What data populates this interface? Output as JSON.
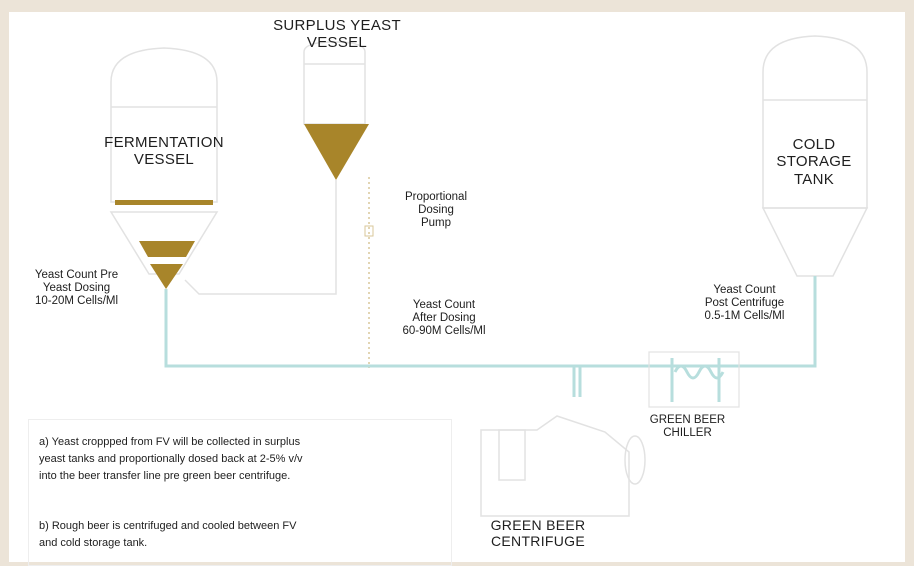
{
  "labels": {
    "surplus_yeast_vessel": "SURPLUS YEAST\nVESSEL",
    "fermentation_vessel": "FERMENTATION\nVESSEL",
    "cold_storage_tank": "COLD\nSTORAGE\nTANK",
    "dosing_pump": "Proportional\nDosing\nPump",
    "yeast_count_pre": "Yeast Count Pre\nYeast Dosing\n10-20M Cells/Ml",
    "yeast_count_after": "Yeast Count\nAfter Dosing\n60-90M Cells/Ml",
    "yeast_count_post": "Yeast Count\nPost Centrifuge\n0.5-1M Cells/Ml",
    "green_beer_chiller": "GREEN BEER\nCHILLER",
    "green_beer_centrifuge": "GREEN BEER\nCENTRIFUGE"
  },
  "notes": {
    "a": "a) Yeast croppped from FV will be collected in surplus\nyeast tanks and proportionally dosed back at 2-5% v/v\ninto the beer transfer line pre green beer centrifuge.",
    "b": "b) Rough beer is centrifuged and cooled between FV\nand cold storage tank."
  },
  "colors": {
    "yeast_gold": "#a8852a",
    "pipe": "#b7dedd",
    "outline": "#e2e2e2",
    "dotted": "#d8c79a",
    "background": "#ece4d8"
  }
}
